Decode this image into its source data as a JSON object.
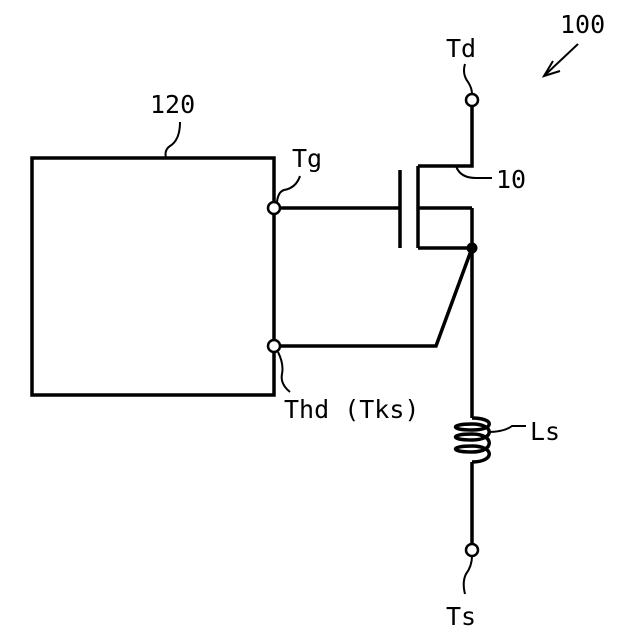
{
  "figure": {
    "ref_system": "100",
    "ref_block": "120",
    "ref_transistor": "10",
    "labels": {
      "drain_terminal": "Td",
      "gate_terminal": "Tg",
      "kelvin_terminal": "Thd (Tks)",
      "source_terminal": "Ts",
      "inductor": "Ls"
    }
  }
}
